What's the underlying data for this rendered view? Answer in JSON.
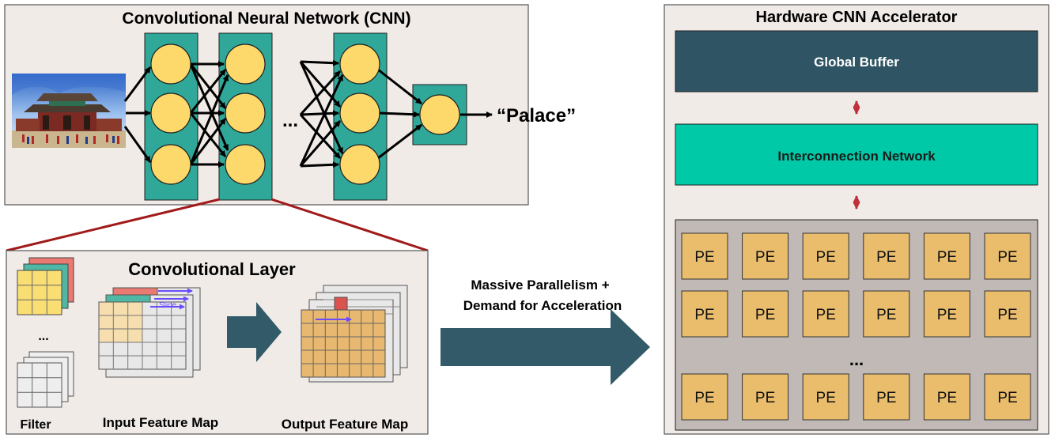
{
  "cnn": {
    "title": "Convolutional Neural Network (CNN)",
    "ellipsis": "...",
    "output_label": "“Palace”"
  },
  "conv_layer": {
    "title": "Convolutional Layer",
    "ellipsis": "...",
    "slide_label": "Slide",
    "filter_label": "Filter",
    "input_label": "Input Feature Map",
    "output_label": "Output Feature Map"
  },
  "transition": {
    "line1": "Massive Parallelism +",
    "line2": "Demand for Acceleration"
  },
  "accelerator": {
    "title": "Hardware CNN Accelerator",
    "global_buffer": "Global Buffer",
    "interconnect": "Interconnection Network",
    "pe_label": "PE",
    "ellipsis": "...",
    "pe_grid": {
      "rows_shown": 3,
      "cols": 6
    }
  },
  "colors": {
    "panel_bg": "#f1ebe8",
    "teal_layer": "#2fa89a",
    "neuron": "#fdd86a",
    "buffer": "#2f5564",
    "interconnect": "#00c9a7",
    "pe": "#e9bd6c",
    "pe_area": "#c1b9b6",
    "big_arrow": "#325a68",
    "red_line": "#a11a1a",
    "slide_arrow": "#6a4cff"
  }
}
